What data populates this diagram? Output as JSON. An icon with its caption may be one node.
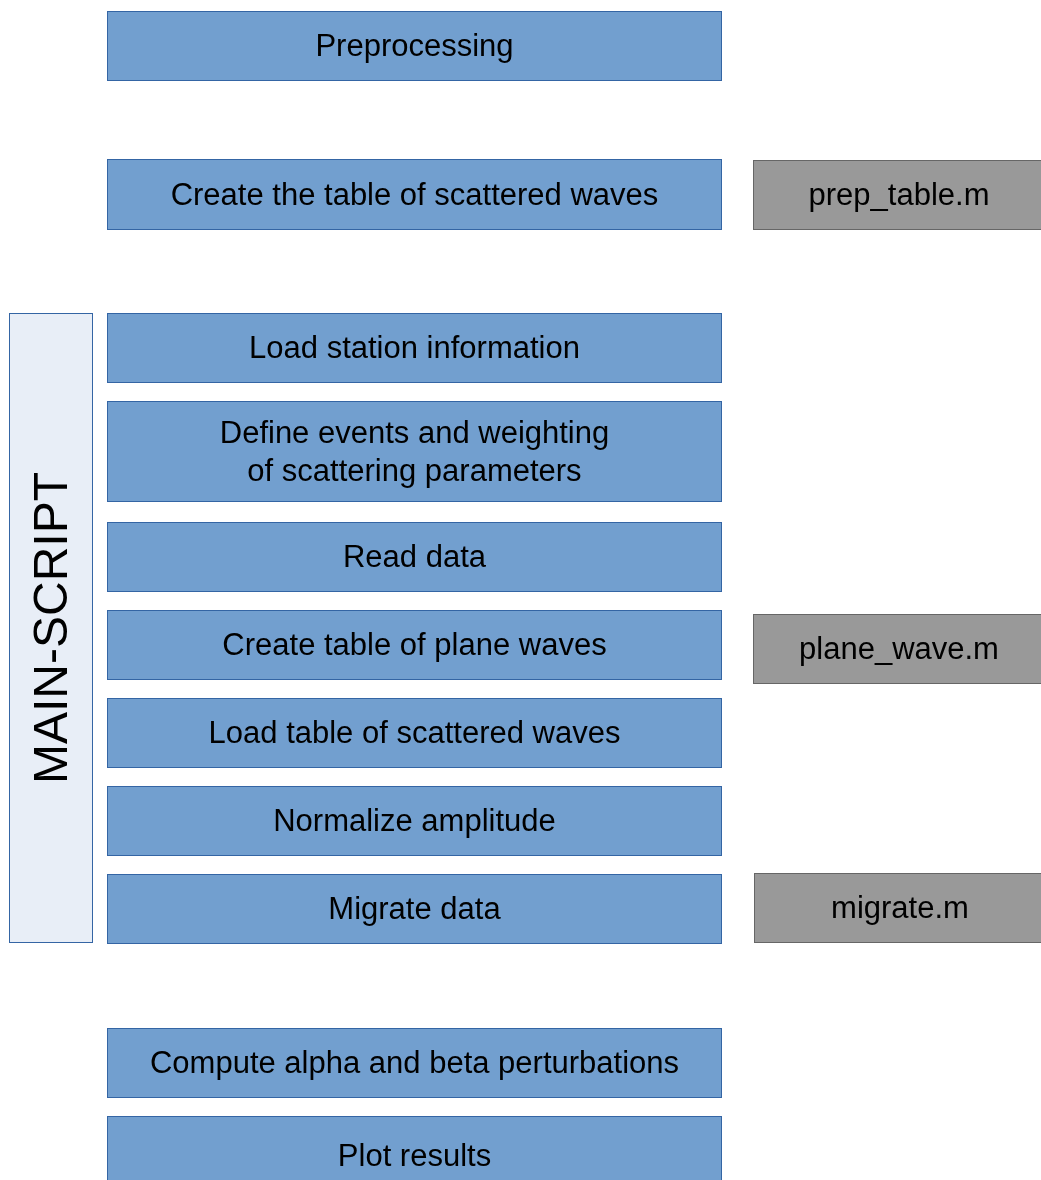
{
  "diagram": {
    "nodes": [
      {
        "text": [
          "Preprocessing"
        ]
      },
      {
        "text": [
          "Create the table of scattered waves"
        ]
      },
      {
        "text": [
          "prep_table.m"
        ]
      },
      {
        "text": [
          "MAIN-SCRIPT"
        ]
      },
      {
        "text": [
          "Load station information"
        ]
      },
      {
        "text": [
          "Define events and weighting of scattering parameters"
        ]
      },
      {
        "text": [
          "Read data"
        ]
      },
      {
        "text": [
          "Create table of plane waves"
        ]
      },
      {
        "text": [
          "plane_wave.m"
        ]
      },
      {
        "text": [
          "Load table of scattered waves"
        ]
      },
      {
        "text": [
          "Normalize amplitude"
        ]
      },
      {
        "text": [
          "Migrate data"
        ]
      },
      {
        "text": [
          "migrate.m"
        ]
      },
      {
        "text": [
          "Compute alpha and beta perturbations"
        ]
      },
      {
        "text": [
          "Plot results"
        ]
      }
    ]
  }
}
